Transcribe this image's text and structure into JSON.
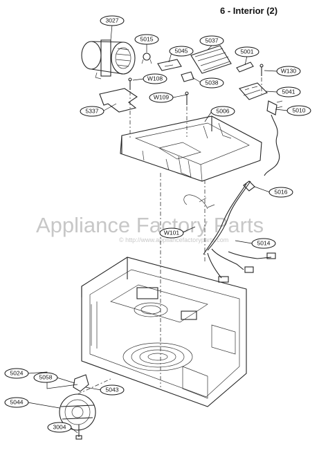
{
  "header": {
    "title": "6 - Interior (2)"
  },
  "watermark": {
    "brand": "Appliance Factory Parts",
    "url": "© http://www.appliancefactoryparts.com"
  },
  "callouts": [
    {
      "label": "3027"
    },
    {
      "label": "5015"
    },
    {
      "label": "5037"
    },
    {
      "label": "5045"
    },
    {
      "label": "5001"
    },
    {
      "label": "W130"
    },
    {
      "label": "W108"
    },
    {
      "label": "5038"
    },
    {
      "label": "5041"
    },
    {
      "label": "W109"
    },
    {
      "label": "5337"
    },
    {
      "label": "5006"
    },
    {
      "label": "5010"
    },
    {
      "label": "5016"
    },
    {
      "label": "W101"
    },
    {
      "label": "5014"
    },
    {
      "label": "5024"
    },
    {
      "label": "5058"
    },
    {
      "label": "5043"
    },
    {
      "label": "5044"
    },
    {
      "label": "3004"
    }
  ]
}
